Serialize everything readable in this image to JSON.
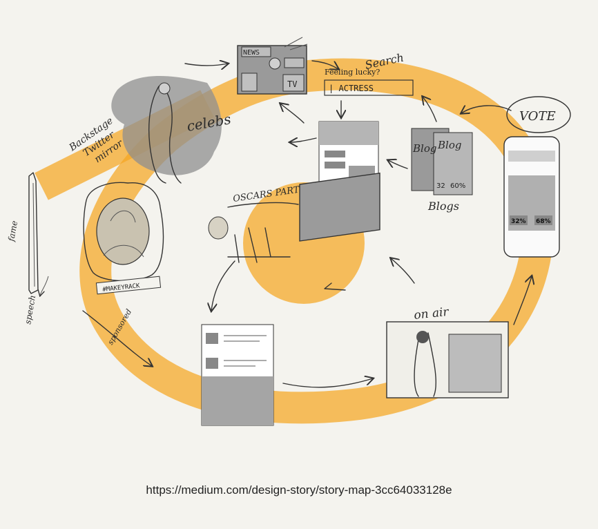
{
  "colors": {
    "background": "#f4f3ee",
    "loop": "#f5a623",
    "ink": "#2a2a2a",
    "shade": "#8f8f8f"
  },
  "labels": {
    "news": "NEWS",
    "tv": "TV",
    "feeling_lucky": "Feeling lucky?",
    "search": "Search",
    "search_query": "| ACTRESS",
    "vote": "VOTE",
    "blog": "Blog",
    "blog2": "Blog",
    "blogs": "Blogs",
    "celebs": "celebs",
    "backstage_1": "Backstage",
    "backstage_2": "Twitter",
    "backstage_3": "mirror",
    "oscars_party": "OSCARS PARTY",
    "on_air": "on air",
    "hashtag": "#MAKEYRACK",
    "sponsored": "sponsored",
    "fame": "fame",
    "speech": "speech",
    "phone_pct_left": "32%",
    "phone_pct_right": "68%",
    "blog_pct_left": "32",
    "blog_pct_right": "60%"
  },
  "footer": {
    "url": "https://medium.com/design-story/story-map-3cc64033128e"
  }
}
